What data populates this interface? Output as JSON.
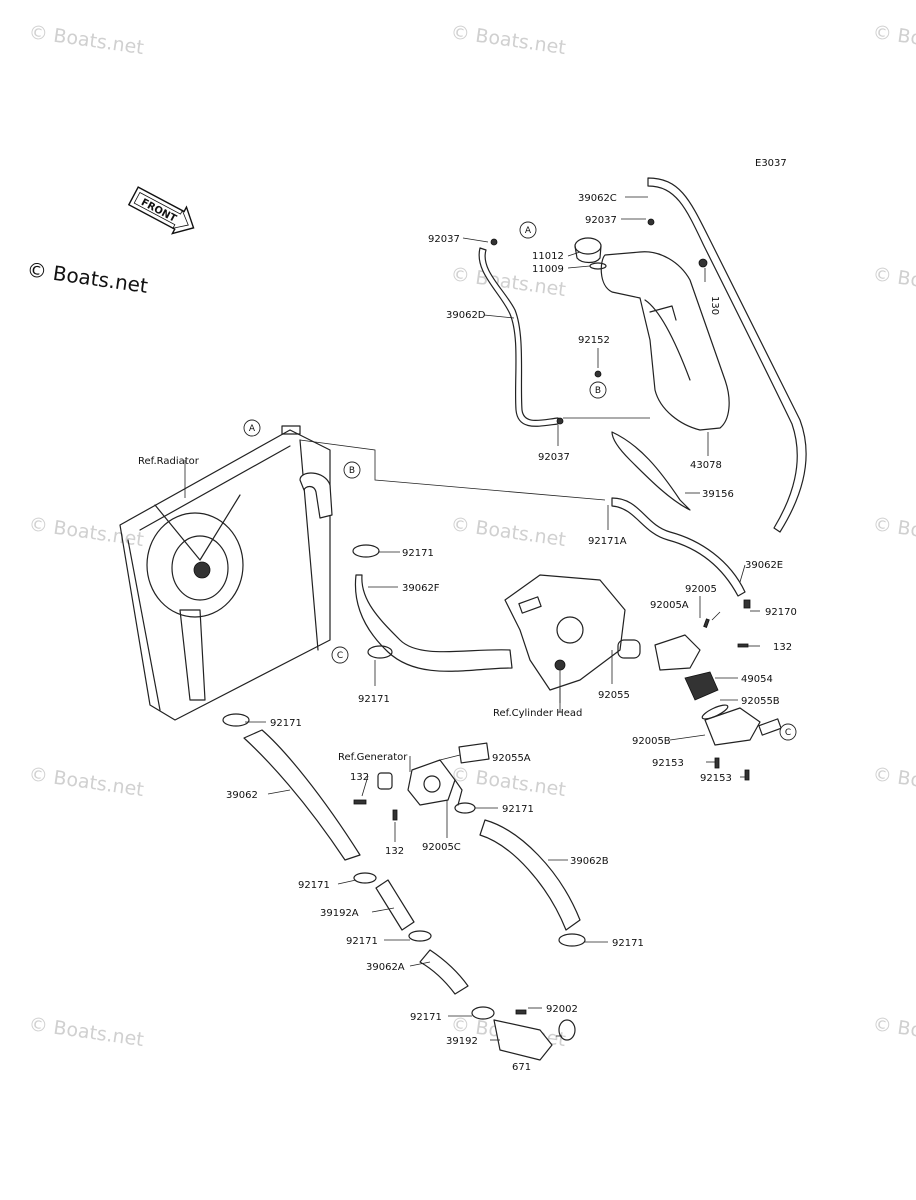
{
  "diagram_code": "E3037",
  "copyright": "© Boats.net",
  "watermark": "© Boats.net",
  "front_label": "FRONT",
  "ref_labels": {
    "radiator": "Ref.Radiator",
    "cylinder_head": "Ref.Cylinder Head",
    "generator": "Ref.Generator"
  },
  "connectors": [
    "A",
    "B",
    "C"
  ],
  "parts": {
    "p39062C": "39062C",
    "p92037_top_right": "92037",
    "p92037_top_left": "92037",
    "p11012": "11012",
    "p11009": "11009",
    "p130": "130",
    "p39062D": "39062D",
    "p92152": "92152",
    "p92037_bottom": "92037",
    "p43078": "43078",
    "p39156": "39156",
    "p92171A": "92171A",
    "p39062E": "39062E",
    "p92005": "92005",
    "p92005A": "92005A",
    "p92170": "92170",
    "p132_right": "132",
    "p49054": "49054",
    "p92055B": "92055B",
    "p92005B": "92005B",
    "p92153_a": "92153",
    "p92153_b": "92153",
    "p92171_upper": "92171",
    "p39062F": "39062F",
    "p92171_c": "92171",
    "p92055": "92055",
    "p92171_rad": "92171",
    "p39062": "39062",
    "p92055A": "92055A",
    "p132_left": "132",
    "p132_bottom": "132",
    "p92171_gen": "92171",
    "p92005C": "92005C",
    "p39062B": "39062B",
    "p92171_a": "92171",
    "p39192A": "39192A",
    "p92171_b": "92171",
    "p92171_hoseB": "92171",
    "p39062A": "39062A",
    "p92002": "92002",
    "p92171_d": "92171",
    "p39192": "39192",
    "p671": "671"
  }
}
